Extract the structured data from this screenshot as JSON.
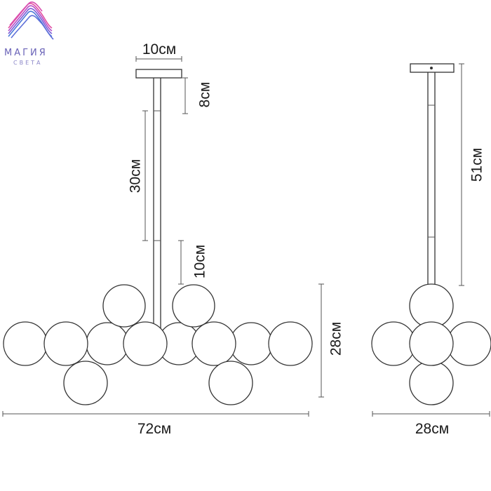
{
  "logo": {
    "name": "МАГИЯ",
    "tagline": "СВЕТА",
    "colors": [
      "#e24fa0",
      "#b44cc8",
      "#7a5cd6",
      "#4a78d8"
    ]
  },
  "dimensions": {
    "canopy_width": "10см",
    "canopy_height": "8см",
    "rod_length": "30см",
    "rod_lower": "10см",
    "body_height": "28см",
    "total_width": "72см",
    "side_drop": "51см",
    "side_width": "28см"
  },
  "colors": {
    "line": "#333333",
    "dimension_line": "#555555"
  }
}
